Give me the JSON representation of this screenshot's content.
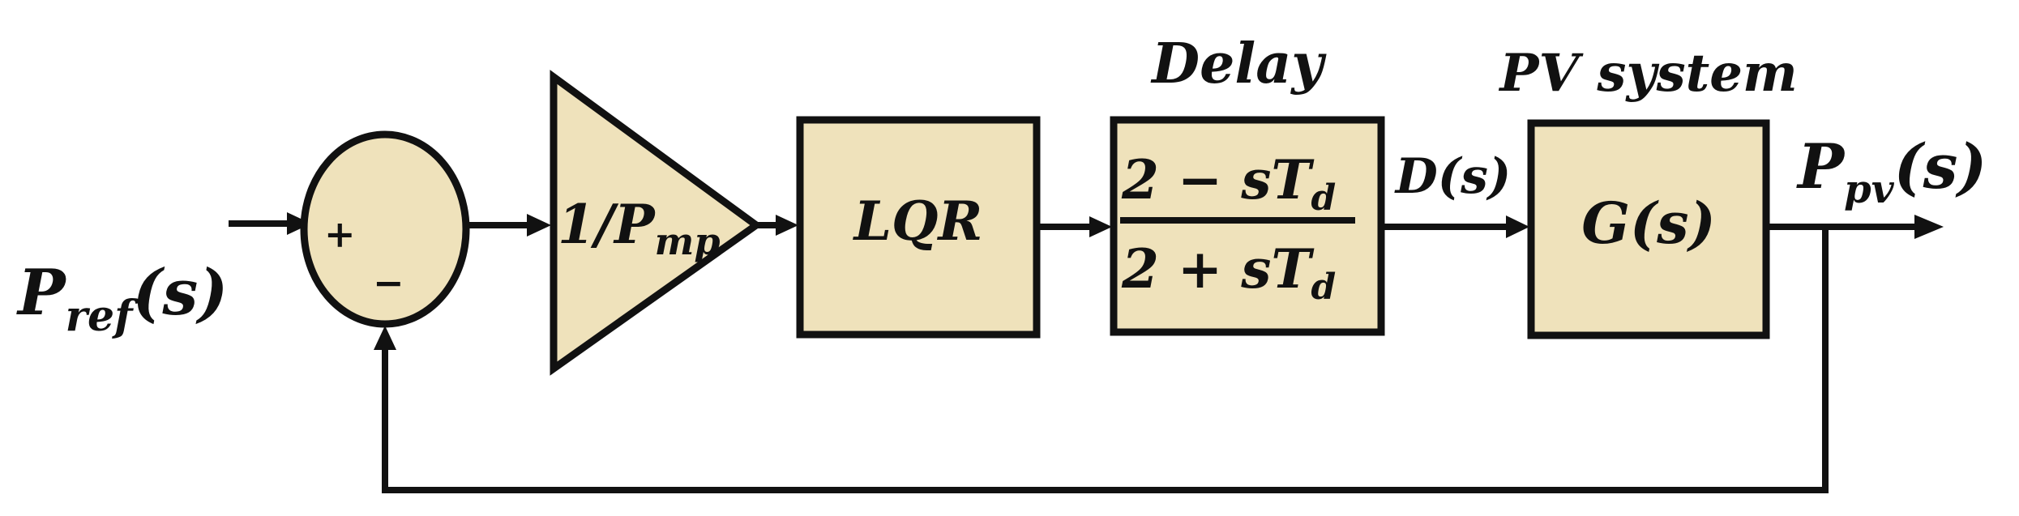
{
  "diagram": {
    "input_label": {
      "main": "P",
      "sub": "ref",
      "arg": "(s)"
    },
    "summing_junction": {
      "plus": "+",
      "minus": "−"
    },
    "gain_block": {
      "prefix": "1/",
      "main": "P",
      "sub": "mp"
    },
    "controller_block": {
      "label": "LQR"
    },
    "delay_block": {
      "caption": "Delay",
      "numerator": {
        "lead": "2 − ",
        "var": "sT",
        "sub": "d"
      },
      "denominator": {
        "lead": "2 + ",
        "var": "sT",
        "sub": "d"
      }
    },
    "delay_output_label": "D(s)",
    "plant_block": {
      "caption": "PV system",
      "label": "G(s)"
    },
    "output_label": {
      "main": "P",
      "sub": "pv",
      "arg": "(s)"
    },
    "colors": {
      "block_fill": "#efe2bb",
      "stroke": "#111111",
      "background": "#ffffff"
    }
  }
}
